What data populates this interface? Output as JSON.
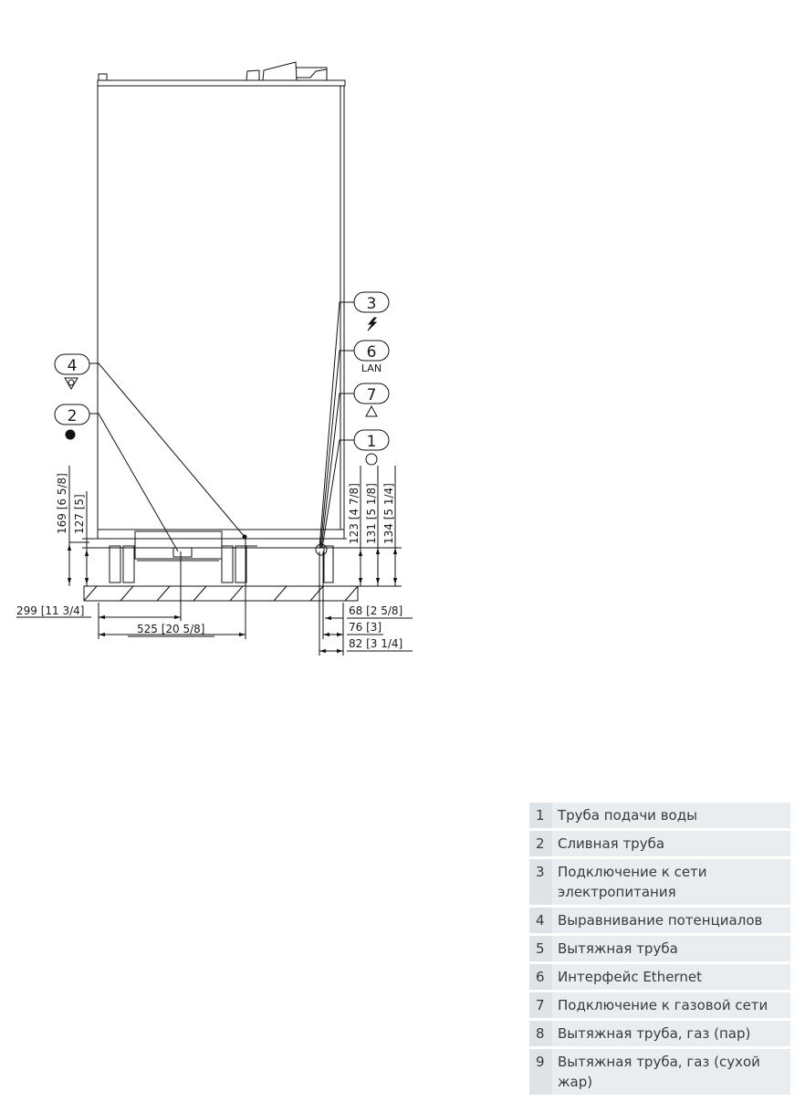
{
  "drawing": {
    "callouts": [
      {
        "id": "3",
        "symbol": "lightning-icon"
      },
      {
        "id": "6",
        "symbol_text": "LAN"
      },
      {
        "id": "7",
        "symbol": "triangle-icon"
      },
      {
        "id": "1",
        "symbol": "circle-icon"
      },
      {
        "id": "4",
        "symbol": "equipotential-icon"
      },
      {
        "id": "2",
        "symbol": "drain-icon"
      }
    ],
    "dimensions": {
      "left_vertical": [
        "169 [6 5/8]",
        "127 [5]"
      ],
      "right_vertical": [
        "123 [4 7/8]",
        "131 [5 1/8]",
        "134 [5 1/4]"
      ],
      "bottom_left": [
        "299 [11 3/4]",
        "525 [20 5/8]"
      ],
      "bottom_right": [
        "68 [2 5/8]",
        "76 [3]",
        "82 [3 1/4]"
      ]
    }
  },
  "legend": {
    "items": [
      {
        "num": "1",
        "label": "Труба подачи воды"
      },
      {
        "num": "2",
        "label": "Сливная труба"
      },
      {
        "num": "3",
        "label": "Подключение к сети электропитания"
      },
      {
        "num": "4",
        "label": "Выравнивание потенциалов"
      },
      {
        "num": "5",
        "label": "Вытяжная труба"
      },
      {
        "num": "6",
        "label": "Интерфейс Ethernet"
      },
      {
        "num": "7",
        "label": "Подключение к газовой сети"
      },
      {
        "num": "8",
        "label": "Вытяжная труба, газ (пар)"
      },
      {
        "num": "9",
        "label": "Вытяжная труба, газ (сухой жар)"
      }
    ]
  }
}
